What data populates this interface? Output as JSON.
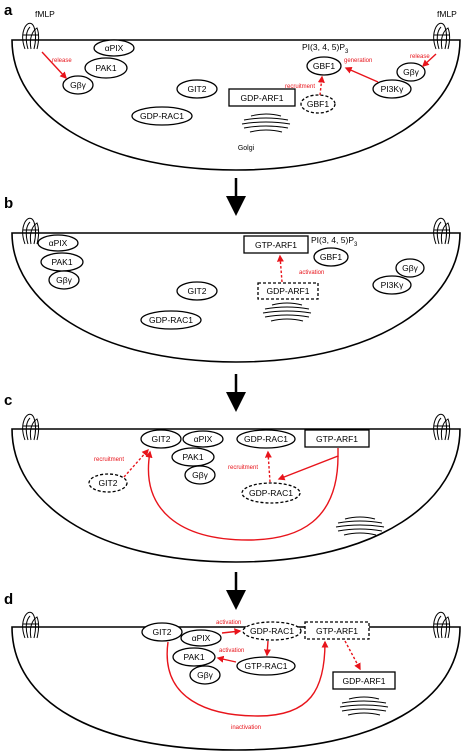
{
  "colors": {
    "activity_red": "#e8141b",
    "outline": "#000000"
  },
  "panels": [
    {
      "letter": "a",
      "receptor_label": "fMLP",
      "molecules": {
        "apix": "αPIX",
        "pak1": "PAK1",
        "gby_left": "Gβγ",
        "git2": "GIT2",
        "gdp_rac1": "GDP-RAC1",
        "gdp_arf1": "GDP-ARF1",
        "gbf1_top": "GBF1",
        "gbf1_cyto": "GBF1",
        "gby_right": "Gβγ",
        "pi3k": "PI3Kγ"
      },
      "pip3": {
        "main": "PI(3, 4, 5)P",
        "sub": "3"
      },
      "golgi_label": "Golgi",
      "arrow_labels": {
        "release_left": "release",
        "release_right": "release",
        "generation": "generation",
        "recruitment": "recruitment"
      }
    },
    {
      "letter": "b",
      "molecules": {
        "apix": "αPIX",
        "pak1": "PAK1",
        "gby_left": "Gβγ",
        "git2": "GIT2",
        "gdp_rac1": "GDP-RAC1",
        "gtp_arf1": "GTP-ARF1",
        "gbf1": "GBF1",
        "gdp_arf1": "GDP-ARF1",
        "gby_right": "Gβγ",
        "pi3k": "PI3Kγ"
      },
      "pip3": {
        "main": "PI(3, 4, 5)P",
        "sub": "3"
      },
      "arrow_labels": {
        "activation": "activation"
      }
    },
    {
      "letter": "c",
      "molecules": {
        "git2_top": "GIT2",
        "apix": "αPIX",
        "pak1": "PAK1",
        "gby": "Gβγ",
        "gdp_rac1_top": "GDP-RAC1",
        "gtp_arf1": "GTP-ARF1",
        "git2_cyto": "GIT2",
        "gdp_rac1_cyto": "GDP-RAC1"
      },
      "arrow_labels": {
        "recruitment_left": "recruitment",
        "recruitment_right": "recruitment"
      }
    },
    {
      "letter": "d",
      "molecules": {
        "git2": "GIT2",
        "apix": "αPIX",
        "pak1": "PAK1",
        "gby": "Gβγ",
        "gdp_rac1": "GDP-RAC1",
        "gtp_rac1": "GTP-RAC1",
        "gtp_arf1": "GTP-ARF1",
        "gdp_arf1": "GDP-ARF1"
      },
      "arrow_labels": {
        "activation_1": "activation",
        "activation_2": "activation",
        "inactivation": "inactivation"
      }
    }
  ]
}
